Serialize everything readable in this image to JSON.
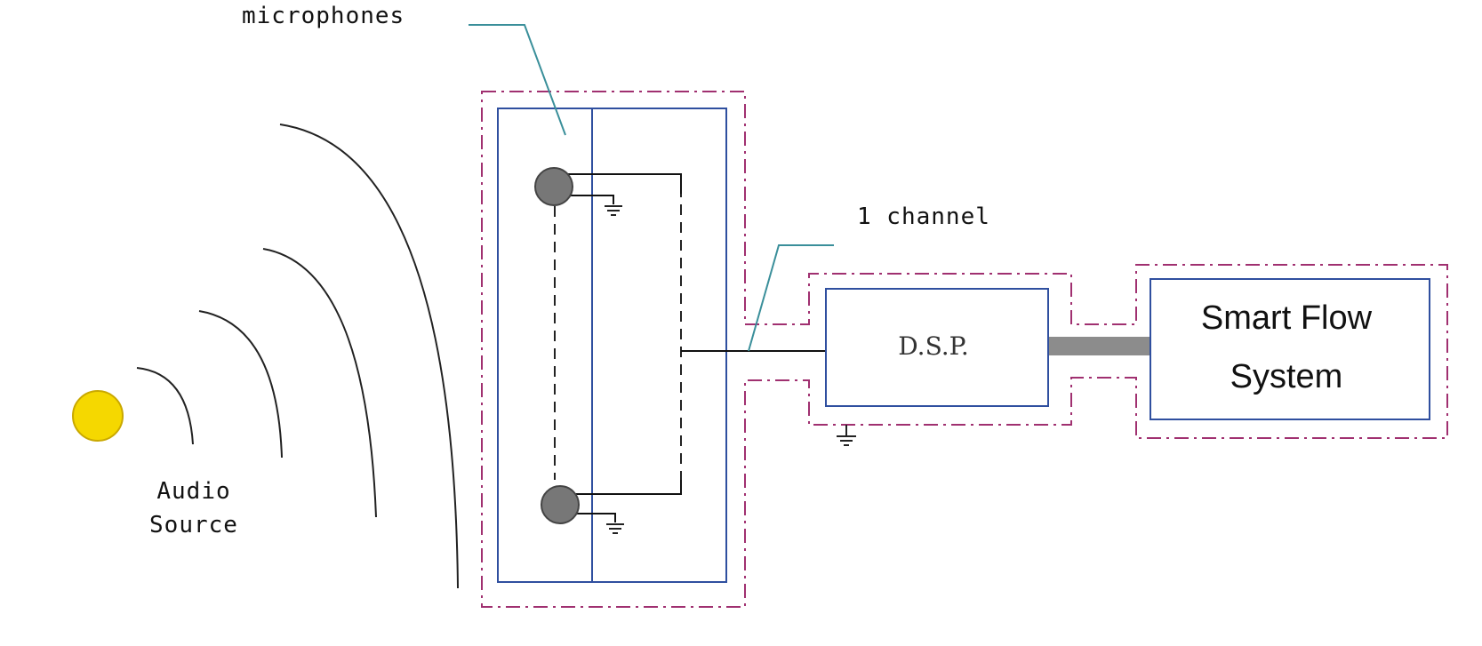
{
  "labels": {
    "microphones": "microphones",
    "channel": "1 channel",
    "audio_source_line1": "Audio",
    "audio_source_line2": "Source",
    "dsp": "D.S.P.",
    "smart_flow_line1": "Smart Flow",
    "smart_flow_line2": "System"
  },
  "colors": {
    "audio_source_fill": "#f5d800",
    "audio_source_stroke": "#c9a800",
    "mic_fill": "#777777",
    "shield_stroke": "#a03070",
    "box_stroke": "#2f4f9f",
    "leader_stroke": "#3a8f9a",
    "data_link": "#8c8c8c"
  }
}
